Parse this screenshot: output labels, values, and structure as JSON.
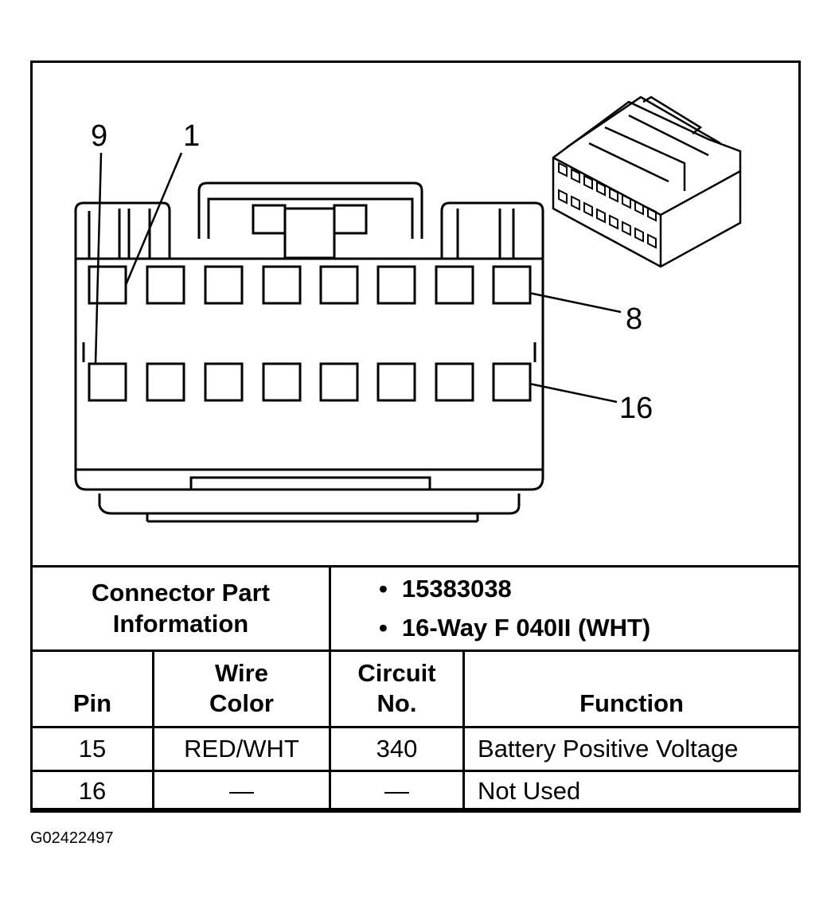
{
  "diagram": {
    "pin_callouts": [
      {
        "label": "9"
      },
      {
        "label": "1"
      },
      {
        "label": "8"
      },
      {
        "label": "16"
      }
    ]
  },
  "connector_info": {
    "title_line1": "Connector Part",
    "title_line2": "Information",
    "part_number": "15383038",
    "description": "16-Way F 040II (WHT)"
  },
  "pin_table": {
    "headers": {
      "pin": "Pin",
      "wire_color_line1": "Wire",
      "wire_color_line2": "Color",
      "circuit_line1": "Circuit",
      "circuit_line2": "No.",
      "function": "Function"
    },
    "rows": [
      {
        "pin": "15",
        "wire_color": "RED/WHT",
        "circuit": "340",
        "function": "Battery Positive Voltage"
      },
      {
        "pin": "16",
        "wire_color": "—",
        "circuit": "—",
        "function": "Not Used"
      }
    ]
  },
  "figure_id": "G02422497"
}
